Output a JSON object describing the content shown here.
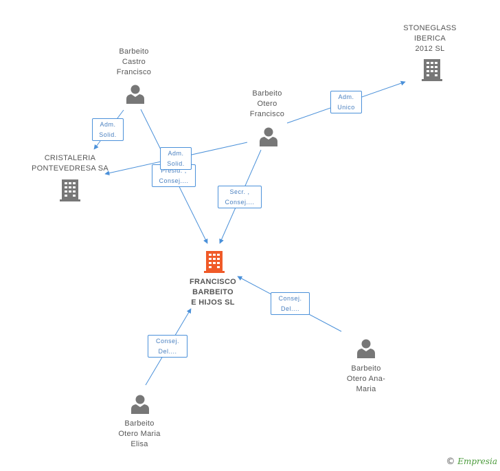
{
  "colors": {
    "edge": "#4a90d9",
    "person_icon": "#777777",
    "company_icon": "#777777",
    "main_company_icon": "#f05a28"
  },
  "nodes": {
    "main": {
      "label": "FRANCISCO\nBARBEITO\nE HIJOS SL",
      "icon": "building-icon"
    },
    "stoneglass": {
      "label": "STONEGLASS\nIBERICA\n2012 SL",
      "icon": "building-icon"
    },
    "cristaleria": {
      "label": "CRISTALERIA\nPONTEVEDRESA SA",
      "icon": "building-icon"
    },
    "castro": {
      "label": "Barbeito\nCastro\nFrancisco",
      "icon": "person-icon"
    },
    "otero_francisco": {
      "label": "Barbeito\nOtero\nFrancisco",
      "icon": "person-icon"
    },
    "ana_maria": {
      "label": "Barbeito\nOtero Ana-\nMaria",
      "icon": "person-icon"
    },
    "maria_elisa": {
      "label": "Barbeito\nOtero Maria\nElisa",
      "icon": "person-icon"
    }
  },
  "edges": {
    "adm_unico": "Adm.\nUnico",
    "adm_solid_castro": "Adm.\nSolid.",
    "adm_solid_otero": "Adm.\nSolid.",
    "presid_consej": "Presid. ,\nConsej....",
    "secr_consej": "Secr. ,\nConsej....",
    "consej_del_ana": "Consej.\nDel....",
    "consej_del_elisa": "Consej.\nDel...."
  },
  "footer": {
    "symbol": "©",
    "brand": "Empresia"
  }
}
